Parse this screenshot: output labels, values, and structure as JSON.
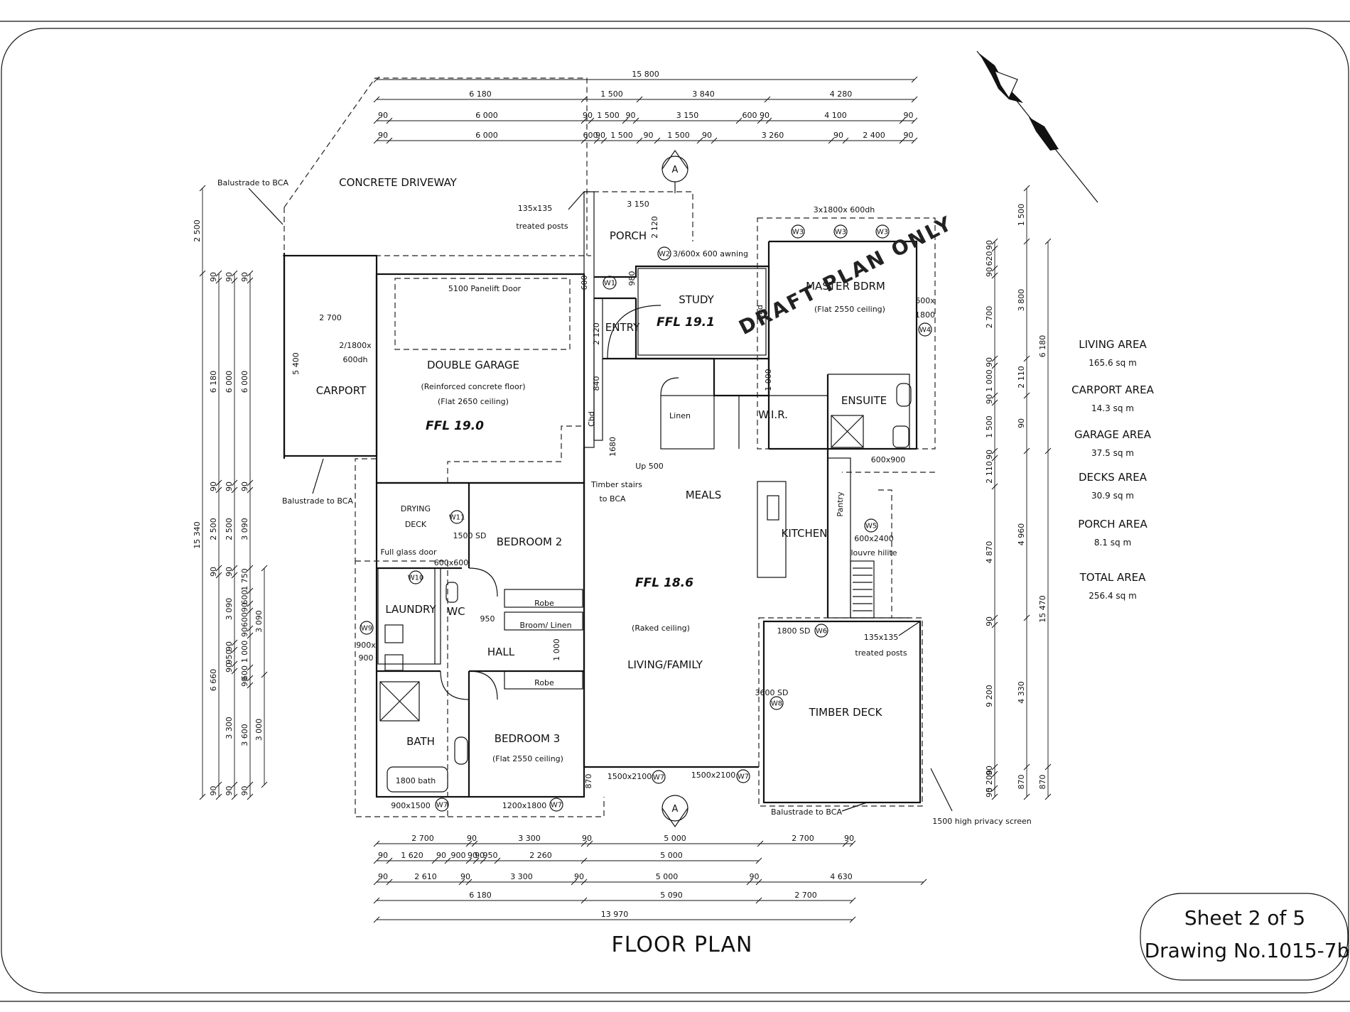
{
  "sheet": {
    "line1": "Sheet 2 of 5",
    "line2": "Drawing No.1015-7b"
  },
  "title": "FLOOR PLAN",
  "watermark": "DRAFT PLAN ONLY",
  "rooms": {
    "driveway": "CONCRETE  DRIVEWAY",
    "porch": "PORCH",
    "study": "STUDY",
    "study_ffl": "FFL 19.1",
    "master": "MASTER BDRM",
    "master_ceiling": "(Flat 2550 ceiling)",
    "entry": "ENTRY",
    "carport": "CARPORT",
    "garage": "DOUBLE GARAGE",
    "garage_floor": "(Reinforced concrete floor)",
    "garage_ceiling": "(Flat 2650 ceiling)",
    "garage_ffl": "FFL 19.0",
    "linen": "Linen",
    "wir": "W.I.R.",
    "ensuite": "ENSUITE",
    "meals": "MEALS",
    "drying_deck_1": "DRYING",
    "drying_deck_2": "DECK",
    "bed2": "BEDROOM 2",
    "kitchen": "KITCHEN",
    "pantry": "Pantry",
    "laundry": "LAUNDRY",
    "wc": "WC",
    "hall": "HALL",
    "main_ffl": "FFL 18.6",
    "raked": "(Raked ceiling)",
    "living": "LIVING/FAMILY",
    "timber_deck": "TIMBER DECK",
    "bath": "BATH",
    "bed3": "BEDROOM 3",
    "bed3_ceiling": "(Flat 2550 ceiling)",
    "robe1": "Robe",
    "broom": "Broom/ Linen",
    "robe2": "Robe",
    "cbd1": "Cbd",
    "cbd2": "Cbd"
  },
  "notes": {
    "balustrade_top": "Balustrade to BCA",
    "balustrade_carport": "Balustrade to BCA",
    "balustrade_deck": "Balustrade to BCA",
    "posts1_a": "135x135",
    "posts1_b": "treated posts",
    "posts2_a": "135x135",
    "posts2_b": "treated posts",
    "panelift": "5100 Panelift Door",
    "carport_window_a": "2/1800x",
    "carport_window_b": "600dh",
    "awning": "3/600x 600 awning",
    "master_windows": "3x1800x 600dh",
    "m_win_a": "600x",
    "m_win_b": "1800",
    "ens_win": "600x900",
    "timber_stairs_a": "Timber stairs",
    "timber_stairs_b": "to BCA",
    "up500": "Up 500",
    "sd1500": "1500 SD",
    "glass_door": "Full glass door",
    "w600x600": "600x600",
    "louvre_a": "600x2400",
    "louvre_b": "louvre hilite",
    "sd1800": "1800 SD",
    "sd3600": "3600 SD",
    "w900": "900x",
    "w900b": "900",
    "bath1800": "1800 bath",
    "w900x1500": "900x1500",
    "w1200x1800": "1200x1800",
    "w1500x2100a": "1500x2100",
    "w1500x2100b": "1500x2100",
    "privacy": "1500 high privacy screen",
    "d950": "950",
    "d1000": "1 000",
    "d1680": "1680",
    "d870": "870",
    "d2120": "2 120",
    "d3150": "3 150",
    "d980": "980",
    "d1000b": "1 000",
    "d2700": "2 700",
    "d5400": "5 400",
    "d600v": "600",
    "d2120v": "2 120",
    "d840": "840"
  },
  "window_tags": [
    "W1",
    "W2",
    "W3",
    "W3",
    "W3",
    "W4",
    "W5",
    "W6",
    "W7",
    "W7",
    "W7",
    "W7",
    "W8",
    "W9",
    "W10",
    "W11"
  ],
  "section_marker": "A",
  "areas": [
    {
      "label": "LIVING AREA",
      "value": "165.6 sq m"
    },
    {
      "label": "CARPORT AREA",
      "value": "14.3 sq m"
    },
    {
      "label": "GARAGE AREA",
      "value": "37.5 sq m"
    },
    {
      "label": "DECKS  AREA",
      "value": "30.9  sq m"
    },
    {
      "label": "PORCH AREA",
      "value": "8.1 sq m"
    },
    {
      "label": "TOTAL AREA",
      "value": "256.4 sq m"
    }
  ],
  "dims_top": {
    "r1": [
      "15 800"
    ],
    "r2": [
      "6 180",
      "1 500",
      "3 840",
      "4 280"
    ],
    "r3": [
      "90",
      "6 000",
      "90",
      "1 500",
      "90",
      "3 150",
      "600",
      "90",
      "4 100",
      "90"
    ],
    "r4": [
      "90",
      "6 000",
      "600",
      "90",
      "1 500",
      "90",
      "1 500",
      "90",
      "3 260",
      "90",
      "2 400",
      "90"
    ]
  },
  "dims_bottom": {
    "r1": [
      "2 700",
      "90",
      "3 300",
      "90",
      "5 000",
      "2 700",
      "90"
    ],
    "r2": [
      "90",
      "1 620",
      "90",
      "900",
      "90",
      "90",
      "950",
      "2 260",
      "5 000"
    ],
    "r3": [
      "90",
      "2 610",
      "90",
      "3 300",
      "90",
      "5 000",
      "90",
      "4 630"
    ],
    "r4": [
      "6 180",
      "5 090",
      "2 700"
    ],
    "r5": [
      "13 970"
    ]
  },
  "dims_left": {
    "c1": [
      "2 500",
      "15 340"
    ],
    "c2": [
      "90",
      "6 180",
      "90",
      "2 500",
      "90",
      "6 660",
      "90"
    ],
    "c3": [
      "90",
      "6 000",
      "90",
      "2 500",
      "90",
      "3 090",
      "90",
      "950",
      "90",
      "3 300",
      "90"
    ],
    "c4": [
      "90",
      "6 000",
      "90",
      "3 090",
      "1 750",
      "600",
      "90",
      "600",
      "90",
      "1 000",
      "600",
      "90",
      "3 600",
      "90"
    ],
    "c5": [
      "3 090",
      "3 000"
    ]
  },
  "dims_right": {
    "c1": [
      "90",
      "620",
      "90",
      "2 700",
      "90",
      "1 000",
      "90",
      "1 500",
      "90",
      "2 110",
      "4 870",
      "90",
      "9 200",
      "90",
      "5 200",
      "90",
      "870"
    ],
    "c2": [
      "1 500",
      "3 800",
      "2 110",
      "90",
      "4 960",
      "4 330",
      "870"
    ],
    "c3": [
      "6 180",
      "15 470",
      "870"
    ]
  }
}
